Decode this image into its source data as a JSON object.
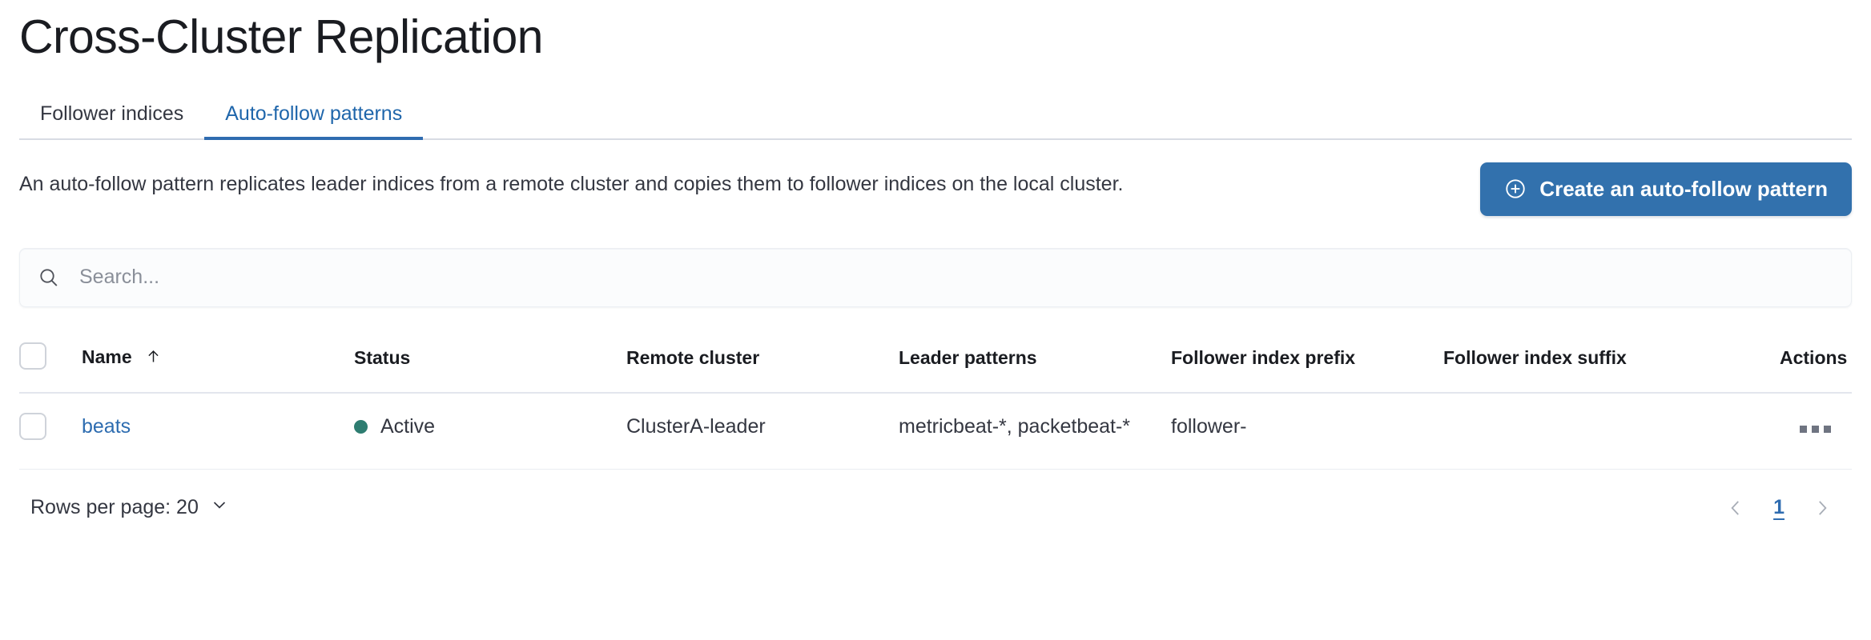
{
  "page": {
    "title": "Cross-Cluster Replication"
  },
  "tabs": [
    {
      "label": "Follower indices",
      "active": false,
      "name": "tab-follower-indices"
    },
    {
      "label": "Auto-follow patterns",
      "active": true,
      "name": "tab-auto-follow-patterns"
    }
  ],
  "intro": {
    "description": "An auto-follow pattern replicates leader indices from a remote cluster and copies them to follower indices on the local cluster.",
    "create_button_label": "Create an auto-follow pattern",
    "create_button_icon": "plus-in-circle-icon"
  },
  "search": {
    "placeholder": "Search...",
    "value": "",
    "icon": "search-icon"
  },
  "table": {
    "columns": [
      {
        "key": "select",
        "label": ""
      },
      {
        "key": "name",
        "label": "Name",
        "sort": "ascending",
        "sort_icon": "arrow-up-icon"
      },
      {
        "key": "status",
        "label": "Status"
      },
      {
        "key": "remote_cluster",
        "label": "Remote cluster"
      },
      {
        "key": "leader_patterns",
        "label": "Leader patterns"
      },
      {
        "key": "follower_index_prefix",
        "label": "Follower index prefix"
      },
      {
        "key": "follower_index_suffix",
        "label": "Follower index suffix"
      },
      {
        "key": "actions",
        "label": "Actions"
      }
    ],
    "rows": [
      {
        "name": "beats",
        "status": "Active",
        "status_color": "#2e7d71",
        "remote_cluster": "ClusterA-leader",
        "leader_patterns": "metricbeat-*, packetbeat-*",
        "follower_index_prefix": "follower-",
        "follower_index_suffix": "",
        "actions_icon": "ellipsis-horizontal-icon"
      }
    ]
  },
  "footer": {
    "rows_per_page_label": "Rows per page: 20",
    "rows_per_page_value": "20",
    "chevron_icon": "chevron-down-icon",
    "pagination": {
      "prev_icon": "chevron-left-icon",
      "next_icon": "chevron-right-icon",
      "current_page": "1"
    }
  },
  "colors": {
    "primary_blue": "#3271ad",
    "link_blue": "#2d6cb0",
    "active_tab_blue": "#1f66ab",
    "status_green": "#2e7d71",
    "text": "#343741"
  }
}
